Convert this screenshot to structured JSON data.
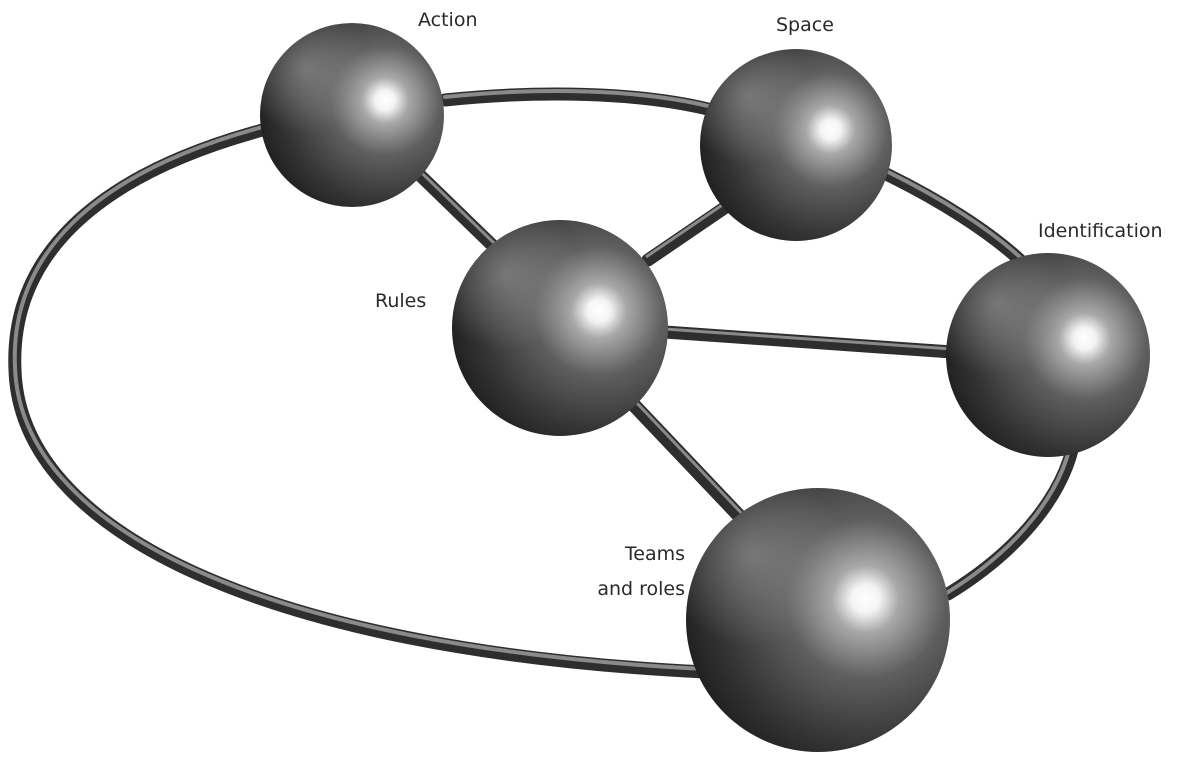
{
  "diagram": {
    "type": "network",
    "nodes": [
      {
        "id": "action",
        "label": "Action"
      },
      {
        "id": "space",
        "label": "Space"
      },
      {
        "id": "rules",
        "label": "Rules"
      },
      {
        "id": "identification",
        "label": "Identification"
      },
      {
        "id": "teams",
        "label_line1": "Teams",
        "label_line2": "and roles"
      }
    ],
    "edges": [
      {
        "from": "action",
        "to": "rules"
      },
      {
        "from": "space",
        "to": "rules"
      },
      {
        "from": "rules",
        "to": "identification"
      },
      {
        "from": "rules",
        "to": "teams"
      }
    ],
    "ring_order": [
      "action",
      "space",
      "identification",
      "teams"
    ],
    "colors": {
      "sphere_dark": "#2a2a2a",
      "sphere_mid": "#6e6e6e",
      "sphere_highlight": "#ffffff",
      "rod": "#555555",
      "label": "#2a2a2a"
    }
  }
}
